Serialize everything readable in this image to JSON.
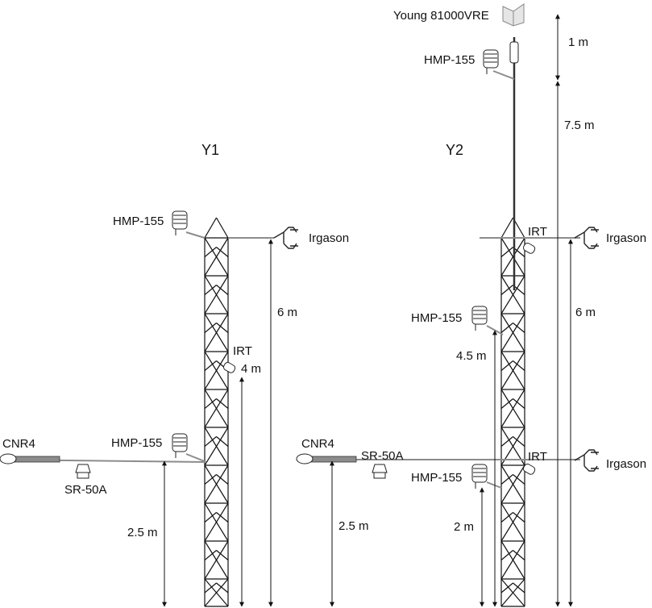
{
  "towers": {
    "y1": {
      "title": "Y1",
      "labels": {
        "hmp_top": "HMP-155",
        "irgason": "Irgason",
        "irt": "IRT",
        "hmp_low": "HMP-155",
        "cnr4": "CNR4",
        "sr50a": "SR-50A"
      },
      "dims": {
        "h6": "6 m",
        "h4": "4 m",
        "h25": "2.5 m"
      }
    },
    "y2": {
      "title": "Y2",
      "labels": {
        "young": "Young 81000VRE",
        "hmp_mast": "HMP-155",
        "irt_top": "IRT",
        "irgason_top": "Irgason",
        "hmp_mid": "HMP-155",
        "cnr4": "CNR4",
        "sr50a": "SR-50A",
        "irt_low": "IRT",
        "irgason_low": "Irgason",
        "hmp_low": "HMP-155"
      },
      "dims": {
        "h1": "1 m",
        "h75": "7.5 m",
        "h6": "6 m",
        "h45": "4.5 m",
        "h25": "2.5 m",
        "h2": "2 m"
      }
    }
  },
  "colors": {
    "boom": "#8c8c8c",
    "line": "#111111"
  }
}
